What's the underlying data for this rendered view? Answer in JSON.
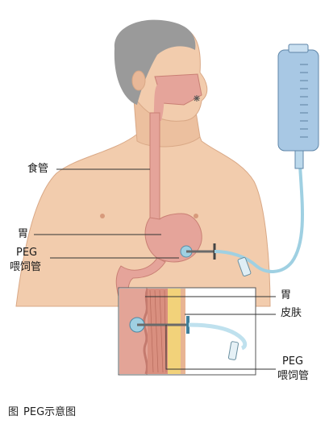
{
  "labels": {
    "esophagus": "食管",
    "stomach": "胃",
    "peg_tube_line1": "PEG",
    "peg_tube_line2": "喂饲管",
    "inset_stomach": "胃",
    "inset_skin": "皮肤",
    "inset_peg_line1": "PEG",
    "inset_peg_line2": "喂饲管"
  },
  "caption": {
    "prefix": "图",
    "text": "PEG示意图"
  },
  "colors": {
    "skin": "#f2ccad",
    "skin_shadow": "#e3b391",
    "hair": "#9a9a9a",
    "organ": "#e5a49a",
    "organ_dark": "#c97f74",
    "bag": "#9fc0de",
    "tube": "#9fd0e2"
  }
}
